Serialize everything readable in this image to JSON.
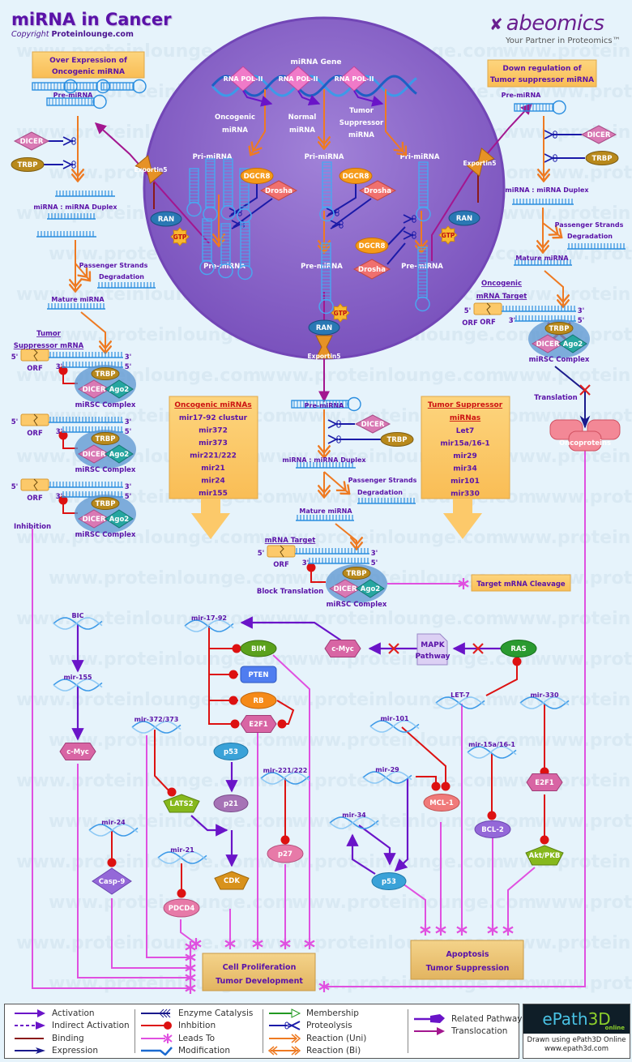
{
  "header": {
    "title": "miRNA in Cancer",
    "copyright_prefix": "Copyright",
    "copyright_site": "Proteinlounge.com"
  },
  "brand": {
    "name": "abeomics",
    "tagline": "Your Partner in Proteomics™"
  },
  "watermark": "www.proteinlounge.com",
  "colors": {
    "background": "#e6f3fb",
    "nucleus": "#8a63c6",
    "label_purple": "#5a12a8",
    "callout_box": "#fcc96a",
    "inhibition_red": "#dd1111",
    "leads_to_magenta": "#e050e0",
    "activation_purple": "#6a14c8",
    "reaction_orange": "#ee7a22",
    "rna_blue": "#2a8ee0"
  },
  "callouts": {
    "over_expression": [
      "Over Expression of",
      "Oncogenic miRNA"
    ],
    "down_regulation": [
      "Down regulation of",
      "Tumor suppressor miRNA"
    ],
    "target_cleavage": "Target mRNA Cleavage"
  },
  "nucleus": {
    "gene_label": "miRNA Gene",
    "polymerase": "RNA POL-II",
    "classes": [
      [
        "Oncogenic",
        "miRNA"
      ],
      [
        "Normal",
        "miRNA"
      ],
      [
        "Tumor",
        "Suppressor",
        "miRNA"
      ]
    ],
    "pri_mirna": "Pri-miRNA",
    "pre_mirna": "Pre-miRNA",
    "dgcr8": "DGCR8",
    "drosha": "Drosha",
    "ran": "RAN",
    "gtp": "GTP",
    "exportin": "Exportin5"
  },
  "processing": {
    "pre_mirna": "Pre-miRNA",
    "dicer": "DICER",
    "trbp": "TRBP",
    "ago2": "Ago2",
    "duplex": "miRNA : miRNA Duplex",
    "passenger": "Passenger Strands",
    "degradation": "Degradation",
    "mature": "Mature miRNA",
    "mirsc": "miRSC Complex",
    "orf": "ORF",
    "five_prime": "5'",
    "three_prime": "3'"
  },
  "left_column": {
    "target_title": [
      "Tumor",
      "Suppressor  mRNA"
    ],
    "inhibition": "Inhibition"
  },
  "right_column": {
    "target_title": [
      "Oncogenic",
      "mRNA Target"
    ],
    "translation": "Translation",
    "oncoproteins": "Oncoproteins"
  },
  "center_column": {
    "target_title": "mRNA Target",
    "block_translation": "Block Translation"
  },
  "oncogenic_list": {
    "title": "Oncogenic miRNAs",
    "items": [
      "mir17-92 clustur",
      "mir372",
      "mir373",
      "mir221/222",
      "mir21",
      "mir24",
      "mir155"
    ]
  },
  "suppressor_list": {
    "title": [
      "Tumor Suppressor",
      "miRNas"
    ],
    "items": [
      "Let7",
      "mir15a/16-1",
      "mir29",
      "mir34",
      "mir101",
      "mir330"
    ]
  },
  "network": {
    "mirnas": {
      "bic": "BIC",
      "mir155": "mir-155",
      "mir1792": "mir-17-92",
      "mir372": "mir-372/373",
      "mir24": "mir-24",
      "mir21": "mir-21",
      "mir221": "mir-221/222",
      "let7": "LET-7",
      "mir330": "mir-330",
      "mir101": "mir-101",
      "mir15a": "mir-15a/16-1",
      "mir29": "mir-29",
      "mir34": "mir-34"
    },
    "proteins": {
      "cmyc": "c-Myc",
      "bim": "BIM",
      "pten": "PTEN",
      "rb": "RB",
      "e2f1": "E2F1",
      "p53": "p53",
      "p21": "p21",
      "lats2": "LATS2",
      "cdk": "CDK",
      "p27": "p27",
      "casp9": "Casp-9",
      "pdcd4": "PDCD4",
      "ras": "RAS",
      "mcl1": "MCL-1",
      "bcl2": "BCL-2",
      "akt": "Akt/PKB"
    },
    "pathway": [
      "MAPK",
      "Pathway"
    ],
    "outcome_proliferation": [
      "Cell Proliferation",
      "Tumor Development"
    ],
    "outcome_apoptosis": [
      "Apoptosis",
      "Tumor Suppression"
    ]
  },
  "legend": {
    "col1": [
      "Activation",
      "Indirect Activation",
      "Binding",
      "Expression"
    ],
    "col2": [
      "Enzyme Catalysis",
      "Inhbition",
      "Leads To",
      "Modification"
    ],
    "col3": [
      "Membership",
      "Proteolysis",
      "Reaction (Uni)",
      "Reaction (Bi)"
    ],
    "col4": [
      "Related Pathway",
      "Translocation"
    ]
  },
  "epath": {
    "logo_e": "ePath",
    "logo_3d": "3D",
    "logo_sub": "online",
    "credit": "Drawn using ePath3D Online",
    "url": "www.epath3d.com"
  }
}
